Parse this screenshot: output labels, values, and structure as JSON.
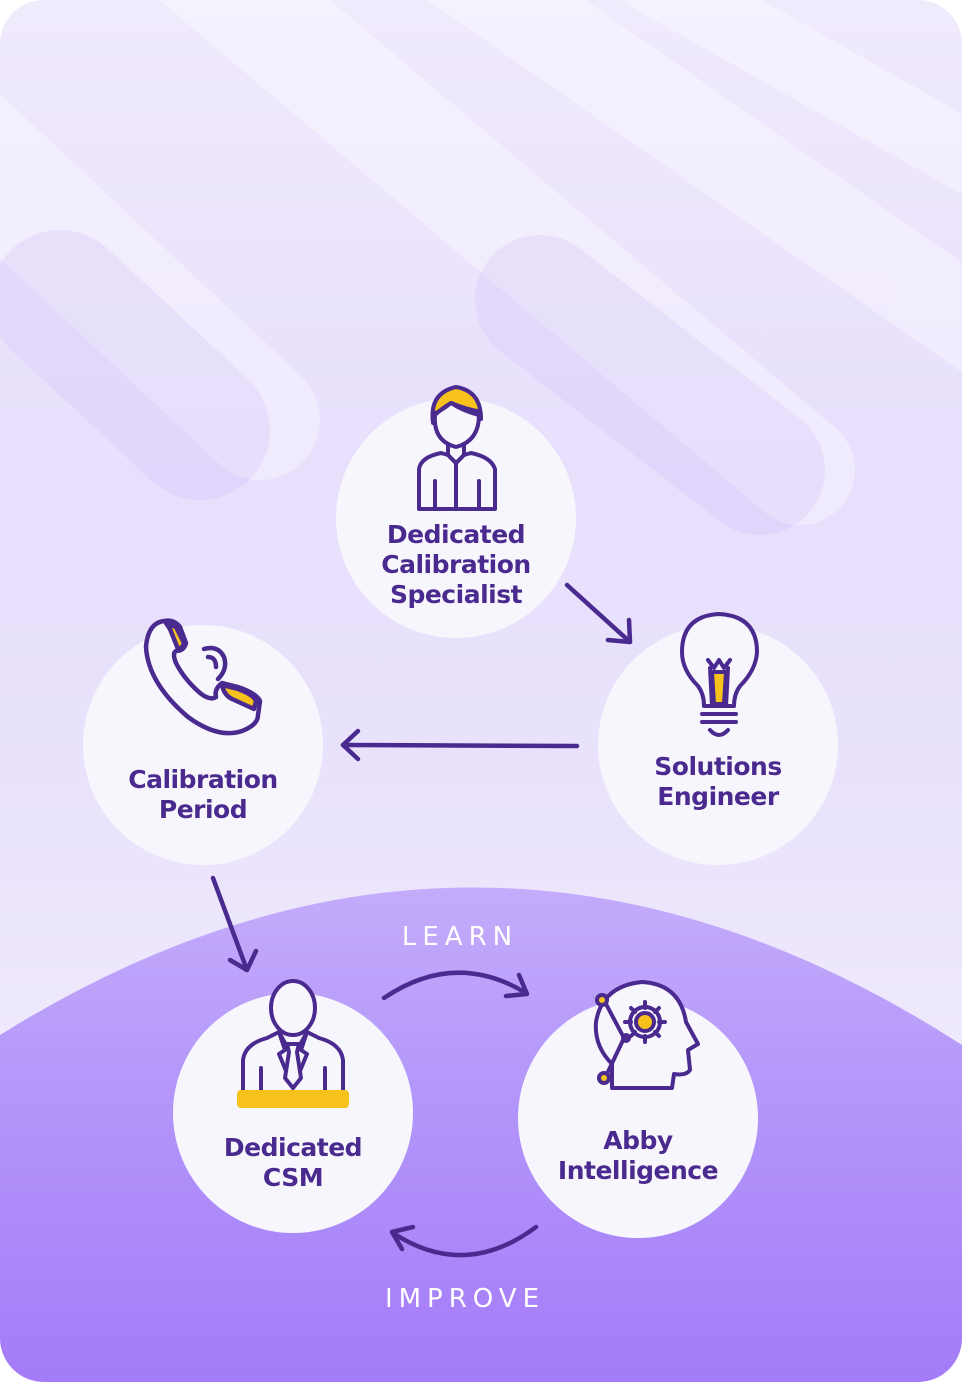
{
  "nodes": {
    "specialist": {
      "line1": "Dedicated",
      "line2": "Calibration",
      "line3": "Specialist",
      "icon": "person-icon"
    },
    "engineer": {
      "line1": "Solutions",
      "line2": "Engineer",
      "icon": "lightbulb-icon"
    },
    "calibration": {
      "line1": "Calibration",
      "line2": "Period",
      "icon": "phone-icon"
    },
    "csm": {
      "line1": "Dedicated",
      "line2": "CSM",
      "icon": "businessman-icon"
    },
    "abby": {
      "line1": "Abby",
      "line2": "Intelligence",
      "icon": "ai-head-icon"
    }
  },
  "captions": {
    "learn": "LEARN",
    "improve": "IMPROVE"
  },
  "colors": {
    "primary": "#4a2a8f",
    "accent": "#f7c21c",
    "lavender_bg": "#ebe4fc",
    "purple_bottom": "#a57cf8",
    "node_fill": "#f7f6fd"
  }
}
